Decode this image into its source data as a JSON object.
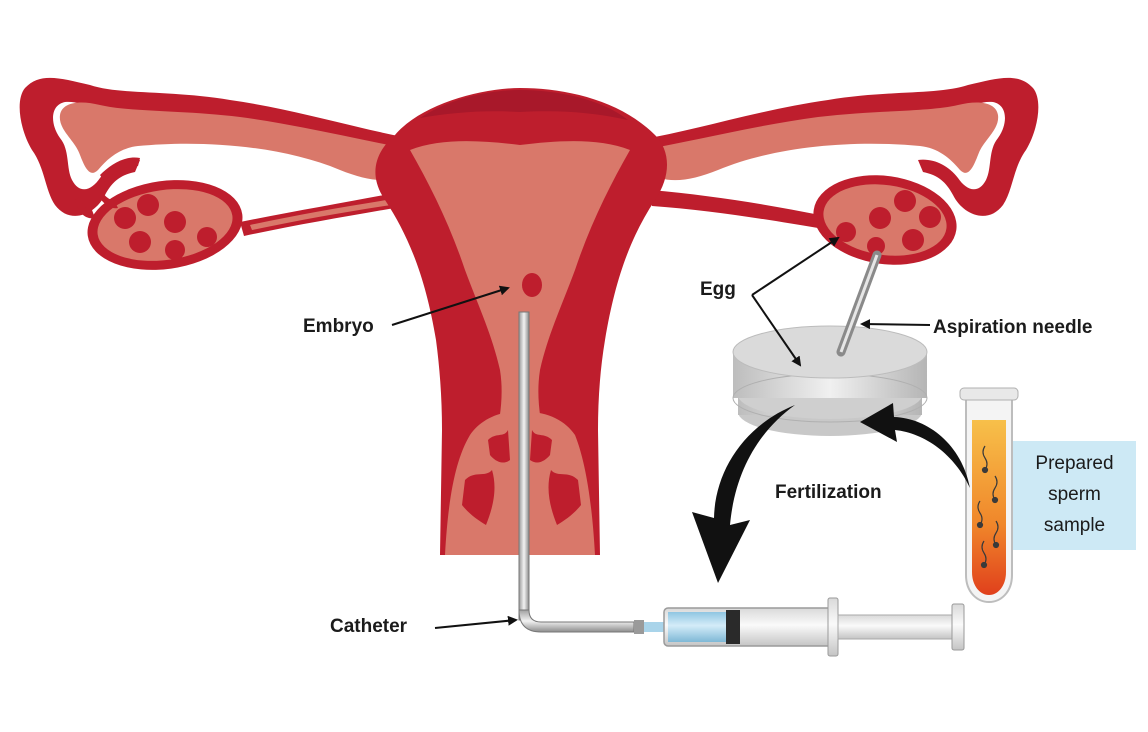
{
  "labels": {
    "embryo": "Embryo",
    "egg": "Egg",
    "aspiration_needle": "Aspiration  needle",
    "fertilization": "Fertilization",
    "catheter": "Catheter"
  },
  "sperm_box": {
    "lines": [
      "Prepared",
      "sperm",
      "sample"
    ]
  },
  "colors": {
    "uterus_dark": "#be1e2d",
    "uterus_light": "#d9786a",
    "ovary_follicle": "#be1e2d",
    "dish_gray": "#d4d4d4",
    "arrow_black": "#111111",
    "box_blue": "#cde9f5",
    "tube_fluid": "#f08a20",
    "syringe_fluid": "#a9d4ea"
  }
}
